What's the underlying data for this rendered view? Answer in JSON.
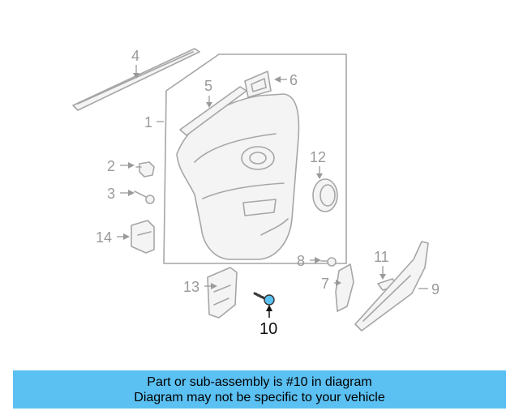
{
  "diagram": {
    "callouts": {
      "c1": "1",
      "c2": "2",
      "c3": "3",
      "c4": "4",
      "c5": "5",
      "c6": "6",
      "c7": "7",
      "c8": "8",
      "c9": "9",
      "c10": "10",
      "c11": "11",
      "c12": "12",
      "c13": "13",
      "c14": "14"
    },
    "highlight_part": "10",
    "colors": {
      "highlight": "#5bc0f2",
      "line": "#a6a6a6",
      "banner": "#5bc0f2"
    }
  },
  "banner": {
    "line1": "Part or sub-assembly is #10 in diagram",
    "line2": "Diagram may not be specific to your vehicle"
  }
}
